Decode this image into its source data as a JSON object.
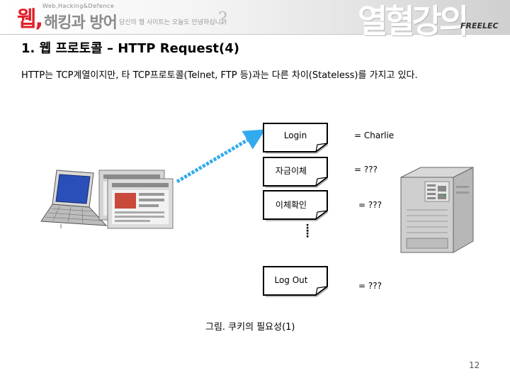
{
  "header": {
    "logo_mark": "웹,",
    "logo_sub": "Web,Hacking&Defence",
    "logo_title": "해킹과 방어",
    "tagline": "당신의 웹 사이트는 오늘도 안녕하십니까",
    "qmark": "?",
    "brush_text": "열혈강의",
    "brand": "FREELEC"
  },
  "slide": {
    "title": "1.  웹 프로토콜 – HTTP Request(4)",
    "body": "HTTP는 TCP계열이지만, 타 TCP프로토콜(Telnet, FTP 등)과는 다른 차이(Stateless)를 가지고 있다.",
    "caption": "그림. 쿠키의 필요성(1)",
    "page_number": "12"
  },
  "docs": [
    {
      "label": "Login",
      "value": "= Charlie"
    },
    {
      "label": "자금이체",
      "value": "= ???"
    },
    {
      "label": "이체확인",
      "value": "= ???"
    },
    {
      "label": "Log Out",
      "value": "= ???"
    }
  ],
  "ellipsis": "⋮",
  "colors": {
    "brand_red": "#e0202a",
    "arrow_blue": "#33aaee",
    "laptop_screen": "#2a4fb8"
  }
}
